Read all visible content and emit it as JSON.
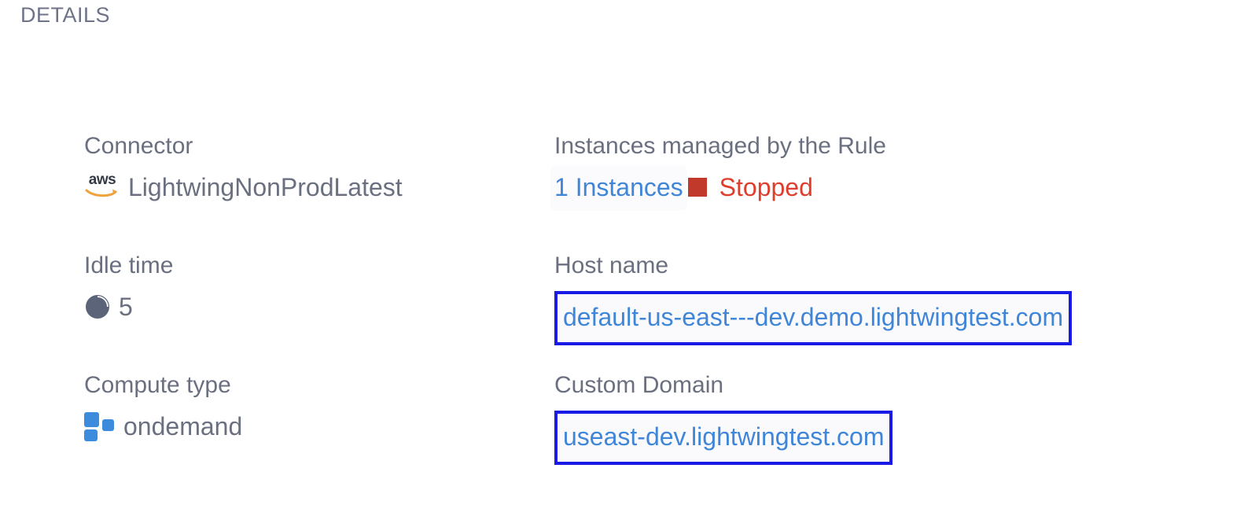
{
  "panel": {
    "section_title": "DETAILS"
  },
  "fields": {
    "connector": {
      "label": "Connector",
      "value": "LightwingNonProdLatest",
      "icon": "aws-icon"
    },
    "instances": {
      "label": "Instances managed by the Rule",
      "count_label": "1 Instances",
      "status": "Stopped",
      "status_icon": "stopped-square-icon"
    },
    "idle_time": {
      "label": "Idle time",
      "value": "5",
      "icon": "clock-icon"
    },
    "host_name": {
      "label": "Host name",
      "value": "default-us-east---dev.demo.lightwingtest.com"
    },
    "compute_type": {
      "label": "Compute type",
      "value": "ondemand",
      "icon": "compute-blocks-icon"
    },
    "custom_domain": {
      "label": "Custom Domain",
      "value": "useast-dev.lightwingtest.com"
    }
  },
  "colors": {
    "label_text": "#6b7080",
    "value_text": "#6b7080",
    "link_blue": "#3f86d8",
    "status_red": "#e03e2d",
    "status_swatch_red": "#c0392b",
    "highlight_border": "#1a1ae6",
    "compute_blue": "#3d8bdd",
    "aws_orange": "#f0a23c",
    "background": "#ffffff"
  }
}
